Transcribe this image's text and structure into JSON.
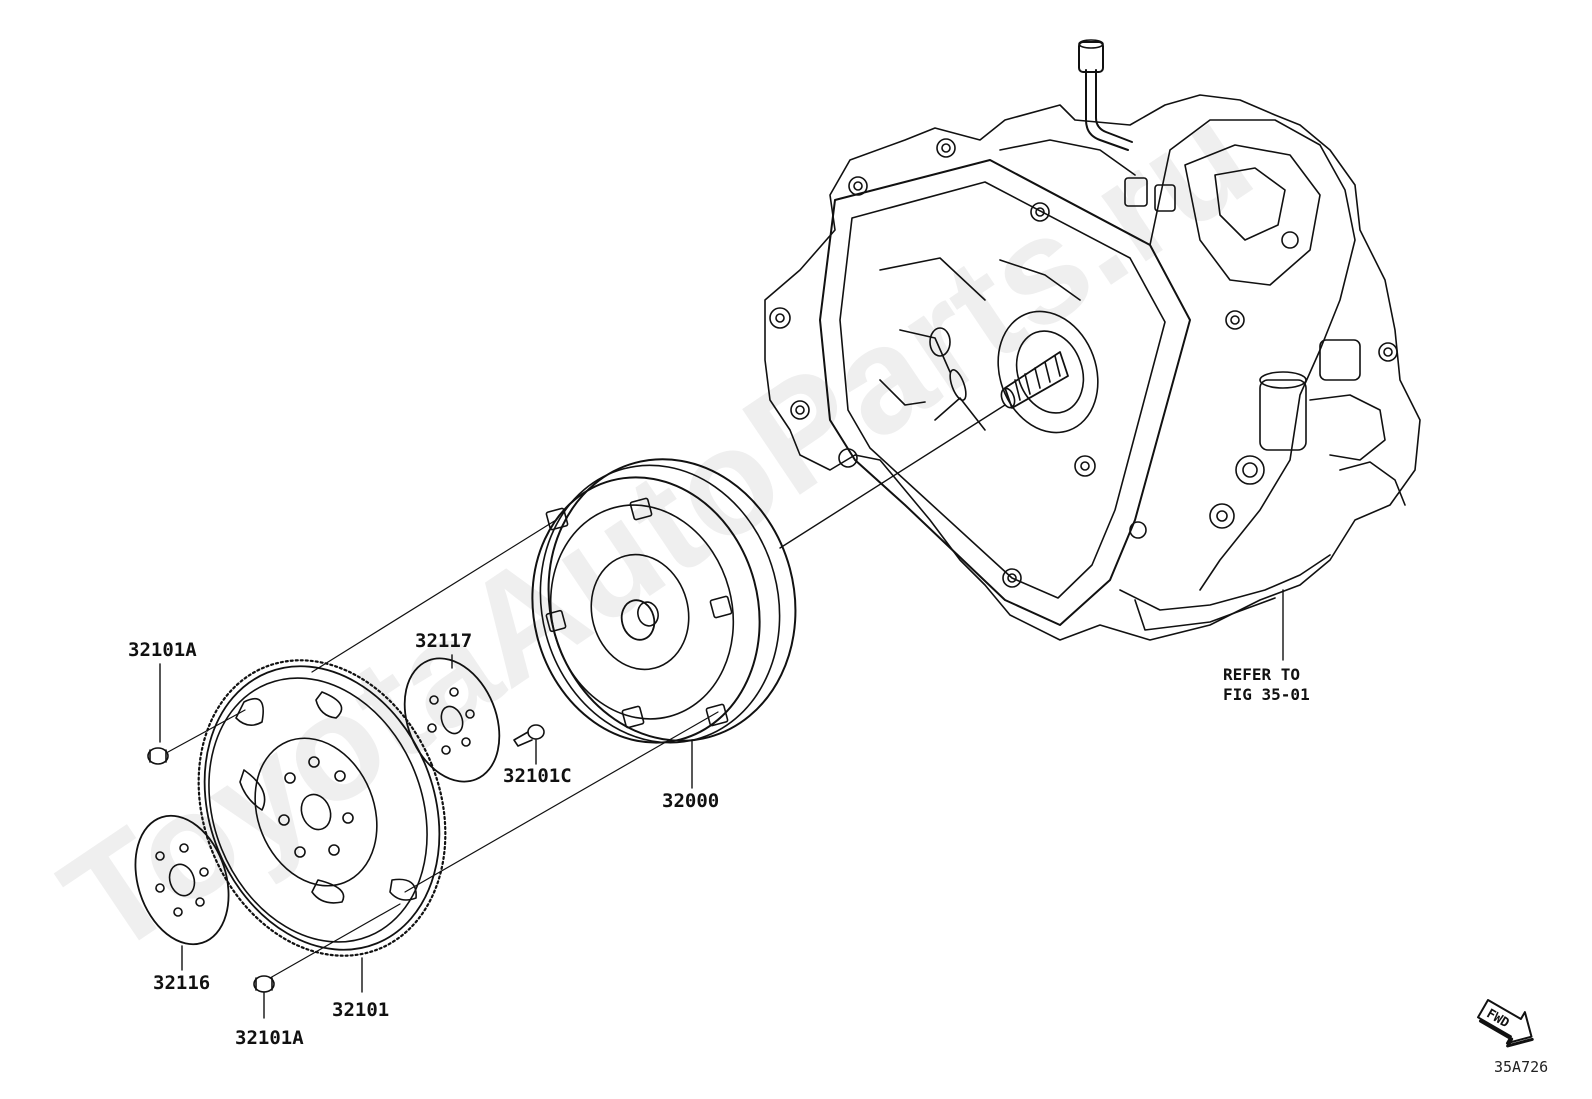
{
  "parts": {
    "bolt_top_left": "32101A",
    "flywheel_plate_small": "32116",
    "drive_plate": "32101",
    "bolt_bottom": "32101A",
    "spacer_plate": "32117",
    "bolt_small": "32101C",
    "torque_converter": "32000"
  },
  "reference": {
    "line1": "REFER TO",
    "line2": "FIG 35-01"
  },
  "fwd_arrow": {
    "label": "FWD"
  },
  "figure_code": "35A726",
  "watermark": "ToyotaAutoParts.ru",
  "colors": {
    "line": "#111111",
    "watermark": "#eeeeee"
  }
}
